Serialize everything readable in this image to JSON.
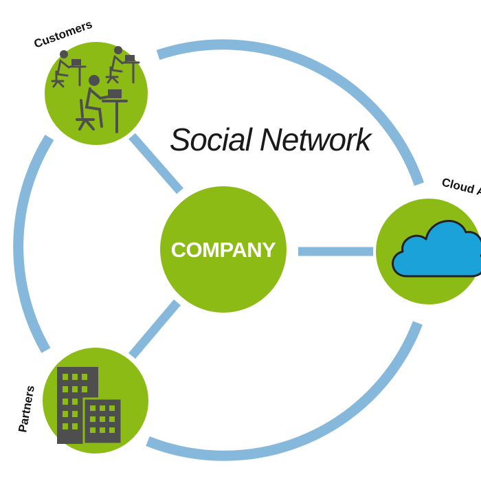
{
  "title": "Social Network",
  "center_node": {
    "label": "COMPANY"
  },
  "nodes": {
    "customers": {
      "label": "Customers",
      "icon": "office-workers-icon"
    },
    "cloud": {
      "label": "Cloud A",
      "icon": "cloud-icon"
    },
    "partners": {
      "label": "Partners",
      "icon": "buildings-icon"
    }
  },
  "colors": {
    "node_green": "#8dbb16",
    "node_border": "#ffffff",
    "connector_blue": "#86b8dc",
    "icon_gray": "#4e4e4e",
    "cloud_blue": "#1aa2d9",
    "cloud_outline": "#222222",
    "text_dark": "#111111"
  }
}
